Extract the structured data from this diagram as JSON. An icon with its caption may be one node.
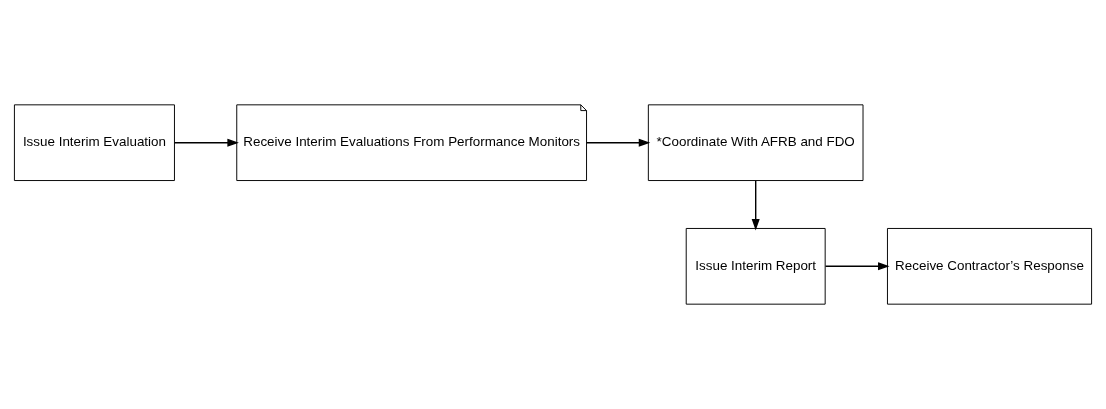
{
  "diagram": {
    "nodes": [
      {
        "text": [
          "Issue Interim Evaluation"
        ]
      },
      {
        "text": [
          "Receive Interim Evaluations From Performance Monitors"
        ]
      },
      {
        "text": [
          "*Coordinate With AFRB and FDO"
        ]
      },
      {
        "text": [
          "Issue Interim Report"
        ]
      },
      {
        "text": [
          "Receive Contractor’s Response"
        ]
      }
    ],
    "edges": [
      {
        "from": 0,
        "to": 1,
        "arrow": "to"
      },
      {
        "from": 1,
        "to": 2,
        "arrow": "to"
      },
      {
        "from": 2,
        "to": 3,
        "arrow": "to"
      },
      {
        "from": 3,
        "to": 4,
        "arrow": "to"
      }
    ]
  }
}
